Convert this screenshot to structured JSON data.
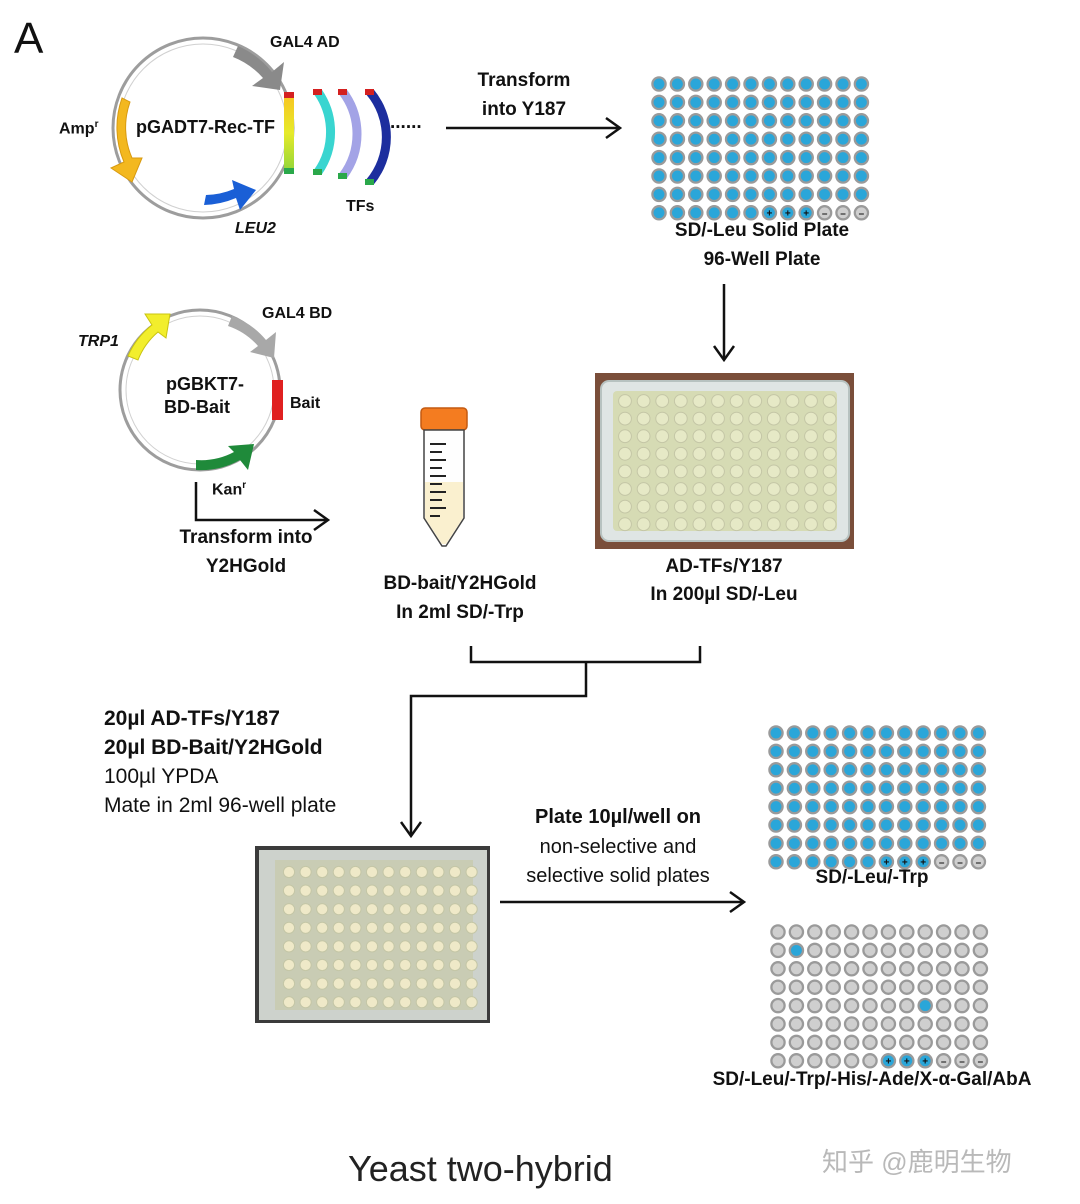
{
  "panel_label": "A",
  "plasmid_ad": {
    "name": "pGADT7-Rec-TF",
    "gal4": "GAL4 AD",
    "amp": "Amp",
    "amp_sup": "r",
    "leu": "LEU2",
    "tfs": "TFs",
    "dots": "......"
  },
  "transform_y187": {
    "line1": "Transform",
    "line2": "into Y187"
  },
  "plate1": {
    "line1": "SD/-Leu Solid Plate",
    "line2": "96-Well Plate"
  },
  "plasmid_bd": {
    "name1": "pGBKT7-",
    "name2": "BD-Bait",
    "gal4": "GAL4 BD",
    "trp": "TRP1",
    "bait": "Bait",
    "kan": "Kan",
    "kan_sup": "r"
  },
  "transform_y2h": {
    "line1": "Transform into",
    "line2": "Y2HGold"
  },
  "tube": {
    "line1": "BD-bait/Y2HGold",
    "line2": "In 2ml SD/-Trp"
  },
  "culture": {
    "line1": "AD-TFs/Y187",
    "line2": "In 200µl SD/-Leu"
  },
  "mating": {
    "line1": "20µl AD-TFs/Y187",
    "line2": "20µl BD-Bait/Y2HGold",
    "line3": "100µl YPDA",
    "line4": "Mate in 2ml 96-well plate"
  },
  "plating": {
    "line1": "Plate 10µl/well on",
    "line2": "non-selective and",
    "line3": "selective solid plates"
  },
  "plate2": {
    "label": "SD/-Leu/-Trp"
  },
  "plate3": {
    "label": "SD/-Leu/-Trp/-His/-Ade/X-α-Gal/AbA",
    "positive_wells": [
      [
        1,
        1
      ],
      [
        4,
        8
      ]
    ]
  },
  "controls": {
    "plus": "+",
    "minus": "–"
  },
  "title": "Yeast two-hybrid",
  "watermark": "知乎 @鹿明生物",
  "colors": {
    "well_blue": "#2aa6d9",
    "well_rim": "#9a9a9a",
    "well_empty": "#cfcfcf",
    "amp": "#f3b81f",
    "leu": "#1a5fd6",
    "gal4": "#888888",
    "trp": "#f2ee2c",
    "kan": "#1f8a3a",
    "bait": "#e02020"
  }
}
